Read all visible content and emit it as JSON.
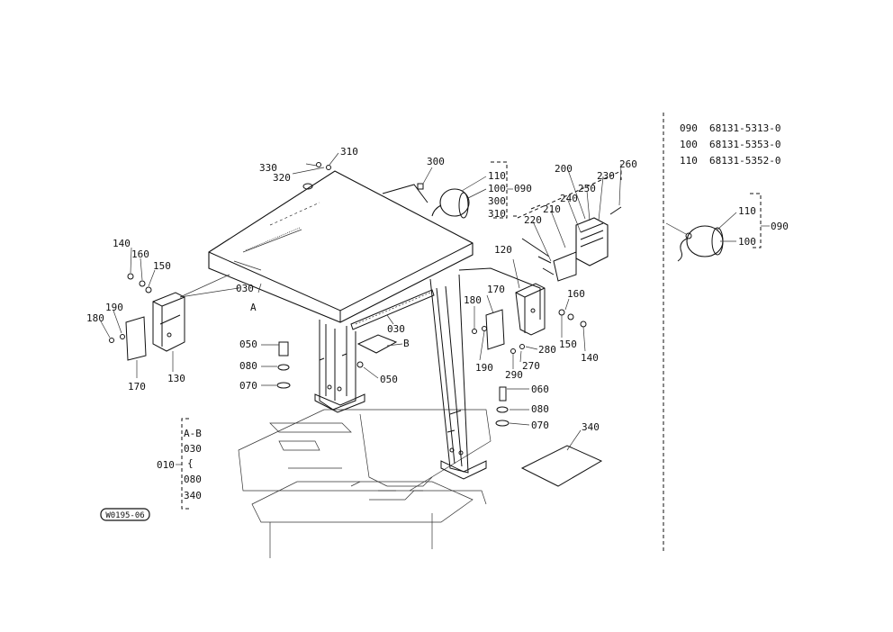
{
  "parts_table": [
    {
      "ref": "090",
      "part_no": "68131-5313-0"
    },
    {
      "ref": "100",
      "part_no": "68131-5353-0"
    },
    {
      "ref": "110",
      "part_no": "68131-5352-0"
    }
  ],
  "callouts": {
    "c310": "310",
    "c330": "330",
    "c320": "320",
    "c300a": "300",
    "c110a": "110",
    "c100a": "100",
    "c090a": "090",
    "c300b": "300",
    "c310b": "310",
    "c200": "200",
    "c230": "230",
    "c260": "260",
    "c250": "250",
    "c240": "240",
    "c210": "210",
    "c220": "220",
    "c120": "120",
    "c140a": "140",
    "c160a": "160",
    "c150a": "150",
    "c030a": "030",
    "cA": "A",
    "c190a": "190",
    "c180a": "180",
    "c130": "130",
    "c170a": "170",
    "c050a": "050",
    "c080a": "080",
    "c070a": "070",
    "c030b": "030",
    "cB": "B",
    "c050b": "050",
    "c180b": "180",
    "c170b": "170",
    "c190b": "190",
    "c160b": "160",
    "c150b": "150",
    "c140b": "140",
    "c280": "280",
    "c270": "270",
    "c290": "290",
    "c060b": "060",
    "c080b": "080",
    "c070b": "070",
    "c340": "340",
    "c110r": "110",
    "c100r": "100",
    "c090r": "090"
  },
  "assembly": {
    "ref": "010",
    "items": [
      "A-B",
      "030",
      "{",
      "080",
      "340"
    ]
  },
  "stamp": "W0195-06"
}
